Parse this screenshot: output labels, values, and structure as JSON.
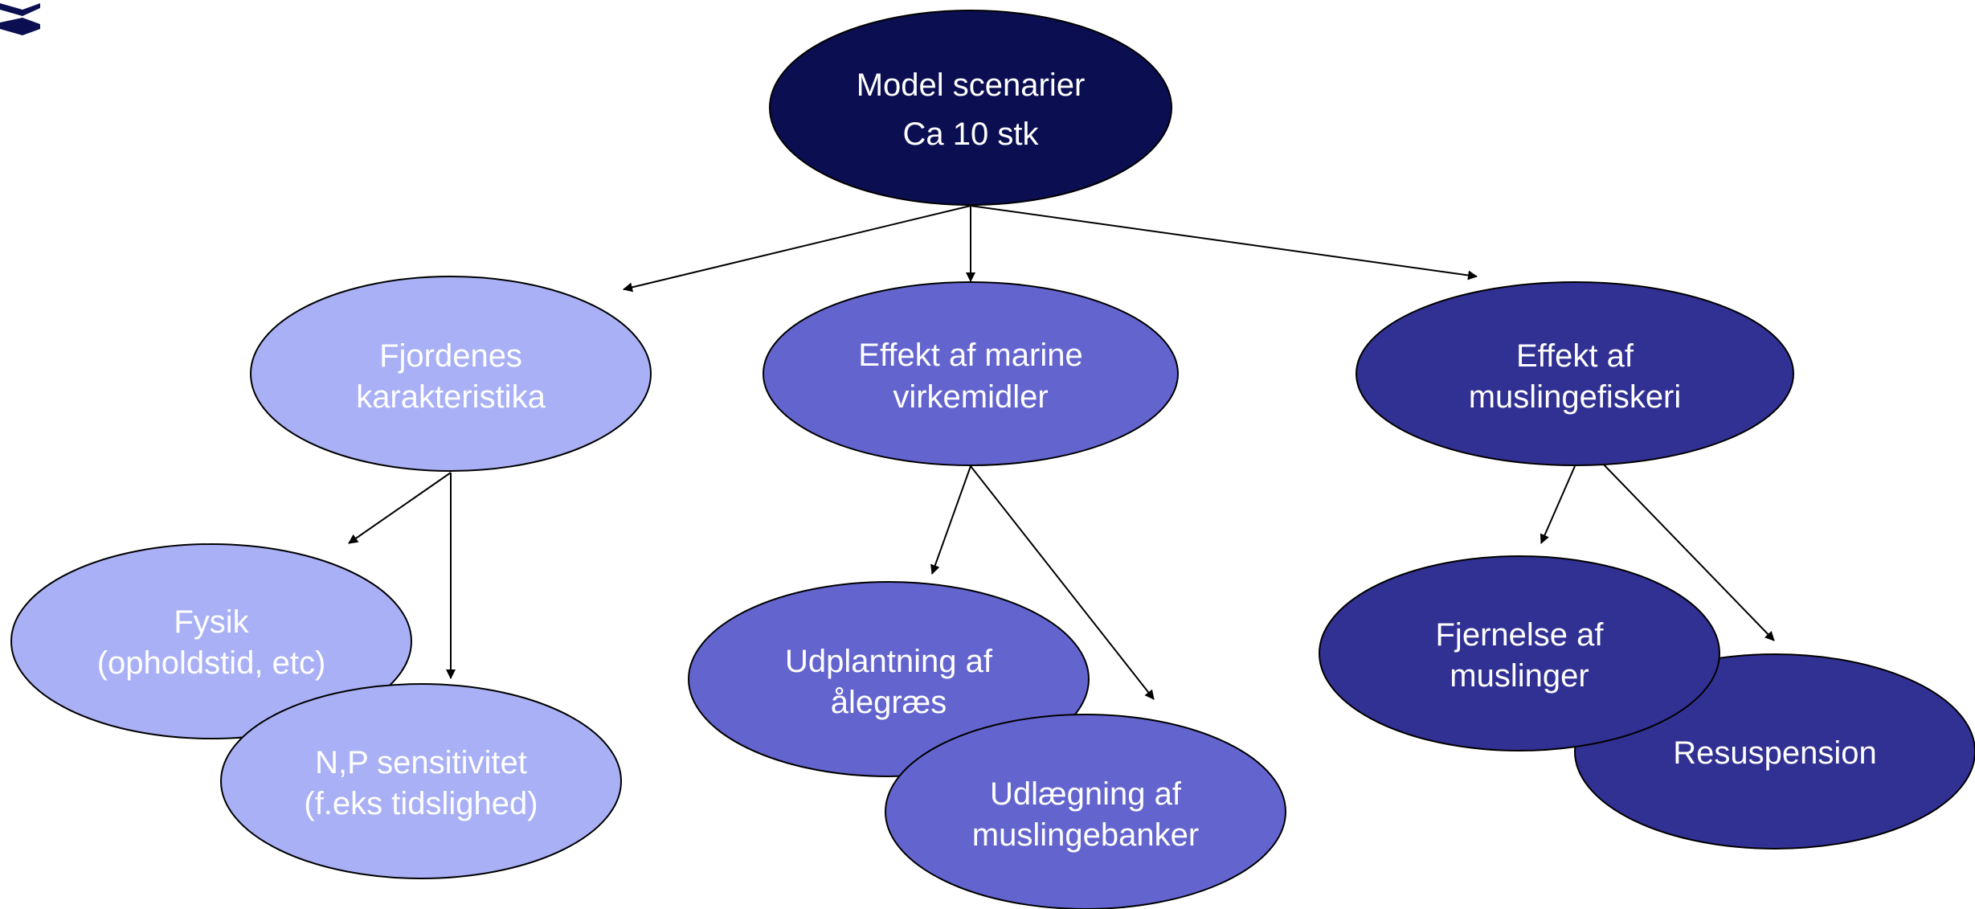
{
  "colors": {
    "root": "#0b0f52",
    "level_light": "#a9b0f5",
    "level_mid": "#6364ce",
    "level_dark": "#313093",
    "text_light": "#ffffff",
    "stroke": "#000000",
    "logo": "#0b0f52"
  },
  "logo": {
    "icon": "crown-logo-fragment"
  },
  "nodes": {
    "root": {
      "line1": "Model scenarier",
      "line2": "Ca 10 stk"
    },
    "fjord": {
      "line1": "Fjordenes",
      "line2": "karakteristika"
    },
    "marine": {
      "line1": "Effekt af marine",
      "line2": "virkemidler"
    },
    "musling": {
      "line1": "Effekt af",
      "line2": "muslingefiskeri"
    },
    "fysik": {
      "line1": "Fysik",
      "line2": "(opholdstid, etc)"
    },
    "np": {
      "line1": "N,P sensitivitet",
      "line2": "(f.eks tidslighed)"
    },
    "udplant": {
      "line1": "Udplantning af",
      "line2": "ålegræs"
    },
    "udlaeg": {
      "line1": "Udlægning af",
      "line2": "muslingebanker"
    },
    "fjernelse": {
      "line1": "Fjernelse af",
      "line2": "muslinger"
    },
    "resusp": {
      "line1": "Resuspension"
    }
  }
}
